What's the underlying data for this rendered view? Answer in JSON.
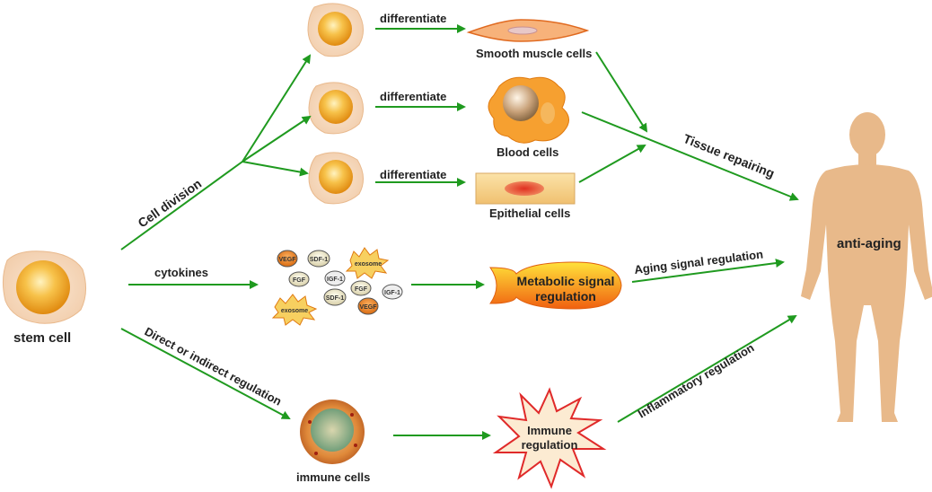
{
  "labels": {
    "stem_cell": "stem cell",
    "cell_division": "Cell division",
    "cytokines": "cytokines",
    "direct_regulation": "Direct or indirect regulation",
    "differentiate": "differentiate",
    "smooth_muscle": "Smooth muscle cells",
    "blood": "Blood  cells",
    "epithelial": "Epithelial cells",
    "immune_cells": "immune cells",
    "metabolic_1": "Metabolic signal",
    "metabolic_2": "regulation",
    "immune_reg_1": "Immune",
    "immune_reg_2": "regulation",
    "tissue_repairing": "Tissue repairing",
    "aging_signal": "Aging signal regulation",
    "inflammatory": "Inflammatory regulation",
    "anti_aging": "anti-aging"
  },
  "cytokine_tokens": {
    "vegf": "VEGF",
    "sdf": "SDF-1",
    "igf": "IGF-1",
    "fgf": "FGF",
    "exosome": "exosome"
  },
  "colors": {
    "arrow": "#1f9a1f",
    "cell_outer": "#f7dcc4",
    "cell_inner": "#f0a020",
    "body": "#e8b98a"
  }
}
